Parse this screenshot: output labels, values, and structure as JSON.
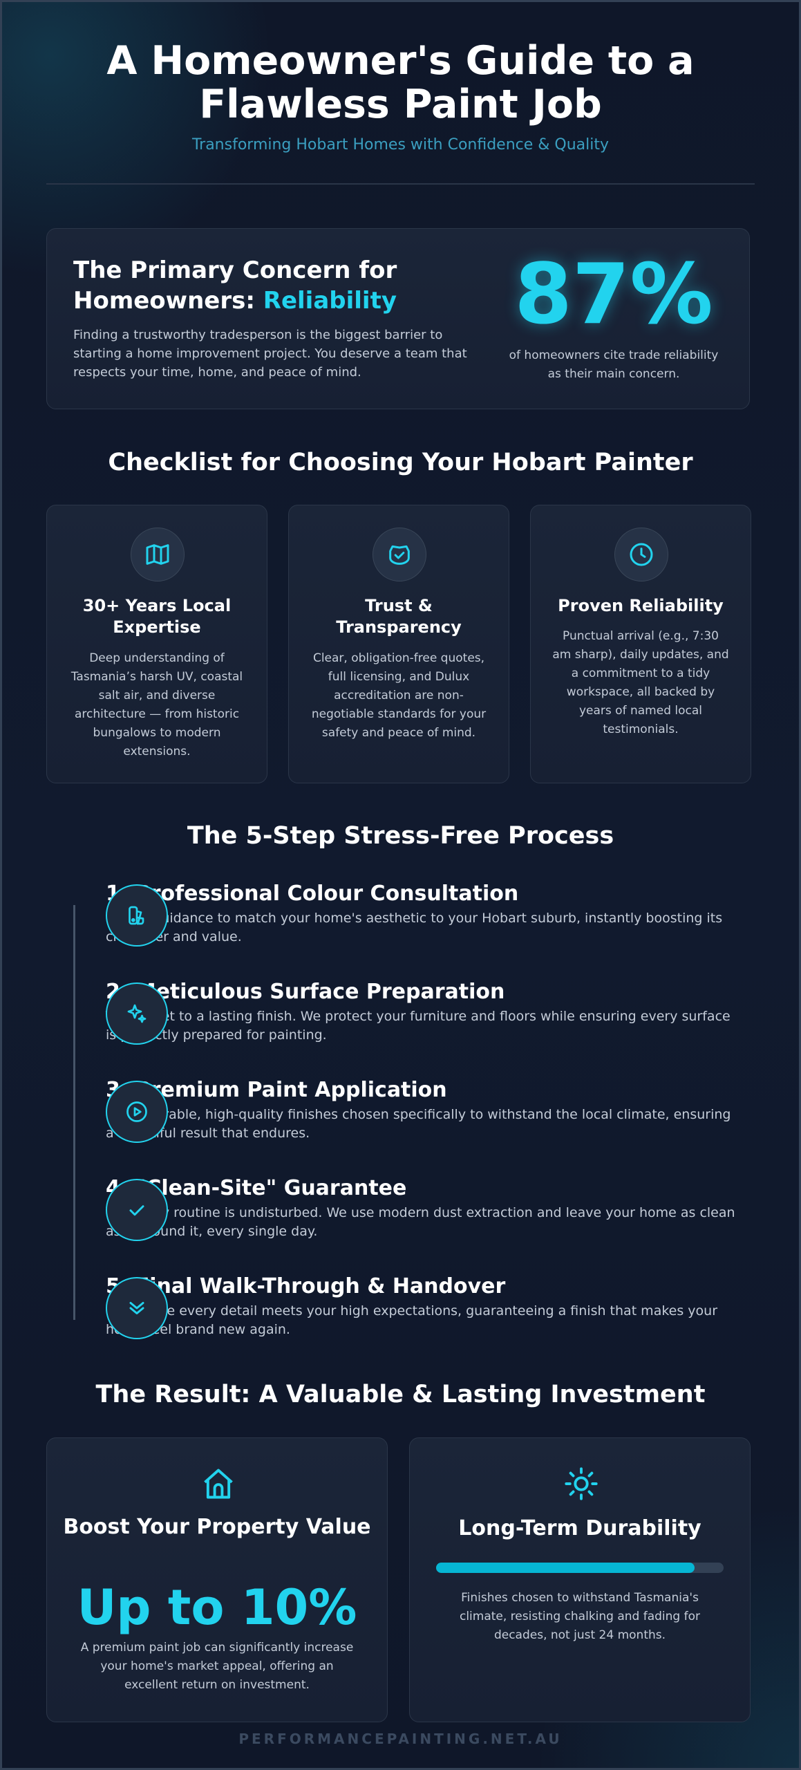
{
  "header": {
    "title_line1": "A Homeowner's Guide to a",
    "title_line2": "Flawless Paint Job",
    "subtitle": "Transforming Hobart Homes with Confidence & Quality"
  },
  "concern": {
    "title_prefix": "The Primary Concern for",
    "title_line2_prefix": "Homeowners: ",
    "title_accent": "Reliability",
    "text": "Finding a trustworthy tradesperson is the biggest barrier to starting a home improvement project. You deserve a team that respects your time, home, and peace of mind.",
    "stat_value": "87%",
    "stat_caption": "of homeowners cite trade reliability as their main concern."
  },
  "checklist": {
    "title": "Checklist for Choosing Your Hobart Painter",
    "items": [
      {
        "icon": "map-icon",
        "title": "30+ Years Local Expertise",
        "text": "Deep understanding of Tasmania’s harsh UV, coastal salt air, and diverse architecture — from historic bungalows to modern extensions."
      },
      {
        "icon": "shield-check-icon",
        "title": "Trust & Transparency",
        "text": "Clear, obligation-free quotes, full licensing, and Dulux accreditation are non-negotiable standards for your safety and peace of mind."
      },
      {
        "icon": "clock-icon",
        "title": "Proven Reliability",
        "text": "Punctual arrival (e.g., 7:30 am sharp), daily updates, and a commitment to a tidy workspace, all backed by years of named local testimonials."
      }
    ]
  },
  "process": {
    "title": "The 5-Step Stress-Free Process",
    "steps": [
      {
        "icon": "palette-icon",
        "title": "1. Professional Colour Consultation",
        "text": "Expert guidance to match your home's aesthetic to your Hobart suburb, instantly boosting its character and value."
      },
      {
        "icon": "sparkles-icon",
        "title": "2. Meticulous Surface Preparation",
        "text": "The secret to a lasting finish. We protect your furniture and floors while ensuring every surface is perfectly prepared for painting."
      },
      {
        "icon": "play-circle-icon",
        "title": "3. Premium Paint Application",
        "text": "Using durable, high-quality finishes chosen specifically to withstand the local climate, ensuring a beautiful result that endures."
      },
      {
        "icon": "check-icon",
        "title": "4. \"Clean-Site\" Guarantee",
        "text": "Your daily routine is undisturbed. We use modern dust extraction and leave your home as clean as we found it, every single day."
      },
      {
        "icon": "double-chevron-down-icon",
        "title": "5. Final Walk-Through & Handover",
        "text": "We ensure every detail meets your high expectations, guaranteeing a finish that makes your home feel brand new again."
      }
    ]
  },
  "result": {
    "title": "The Result: A Valuable & Lasting Investment",
    "value_card": {
      "icon": "home-icon",
      "title": "Boost Your Property Value",
      "big": "Up to 10%",
      "text": "A premium paint job can significantly increase your home's market appeal, offering an excellent return on investment."
    },
    "durability_card": {
      "icon": "sun-icon",
      "title": "Long-Term Durability",
      "progress_percent": 90,
      "text": "Finishes chosen to withstand Tasmania's climate, resisting chalking and fading for decades, not just 24 months."
    }
  },
  "footer": {
    "text": "PERFORMANCEPAINTING.NET.AU"
  },
  "colors": {
    "accent": "#22d3ee",
    "background": "#0f172a",
    "card": "#1b2538"
  }
}
